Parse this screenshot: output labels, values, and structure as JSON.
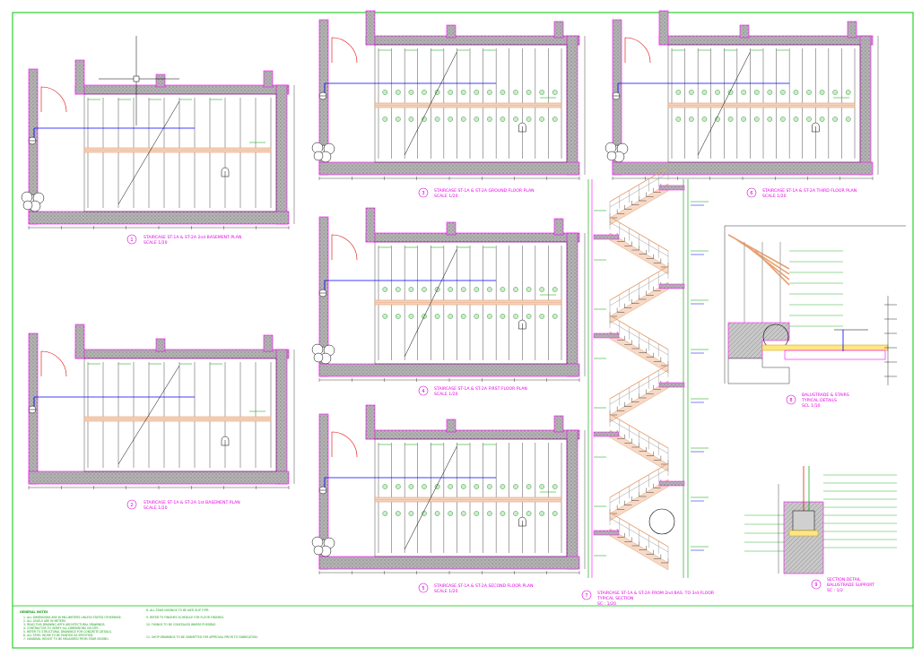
{
  "drawing": {
    "border_color": "#00c800",
    "colors": {
      "wall_outline": "#ff00ff",
      "concrete": "#8a8a8a",
      "handrail": "#e8a070",
      "dimension": "#0000ff",
      "annotation": "#00c000",
      "caption": "#e600e6",
      "linework": "#000000"
    }
  },
  "views": [
    {
      "id": "basement2",
      "number": "1",
      "title": "STAIRCASE ST-1A & ST-2A 2nd BASEMENT PLAN",
      "scale": "SCALE 1/20"
    },
    {
      "id": "basement1",
      "number": "2",
      "title": "STAIRCASE ST-1A & ST-2A 1st BASEMENT PLAN",
      "scale": "SCALE 1/20"
    },
    {
      "id": "ground",
      "number": "3",
      "title": "STAIRCASE ST-1A & ST-2A GROUND FLOOR PLAN",
      "scale": "SCALE 1/20"
    },
    {
      "id": "first",
      "number": "4",
      "title": "STAIRCASE ST-1A & ST-2A FIRST FLOOR PLAN",
      "scale": "SCALE 1/20"
    },
    {
      "id": "second",
      "number": "5",
      "title": "STAIRCASE ST-1A & ST-2A SECOND FLOOR PLAN",
      "scale": "SCALE 1/20"
    },
    {
      "id": "third",
      "number": "6",
      "title": "STAIRCASE ST-1A & ST-2A THIRD FLOOR PLAN",
      "scale": "SCALE 1/20"
    },
    {
      "id": "section",
      "number": "7",
      "title": "STAIRCASE ST-1A & ST-2A FROM 2nd BAS. TO 3rd FLOOR",
      "subtitle": "TYPICAL SECTION",
      "scale": "SC : 1/20"
    },
    {
      "id": "railing",
      "number": "8",
      "title": "BALUSTRADE & STAIRS",
      "subtitle": "TYPICAL DETAILS",
      "scale": "SCL 1/10"
    },
    {
      "id": "section_detail",
      "number": "9",
      "title": "SECTION DETAIL",
      "subtitle": "BALUSTRADE SUPPORT",
      "scale": "SC : 1/2"
    }
  ],
  "notes": {
    "heading": "GENERAL NOTES",
    "left": [
      "1- ALL DIMENSIONS ARE IN MILLIMETERS UNLESS STATED OTHERWISE.",
      "2- ALL LEVELS ARE IN METERS.",
      "3- READ THIS DRAWING WITH ARCHITECTURAL DRAWINGS.",
      "4- CONTRACTOR TO VERIFY ALL DIMENSIONS ON SITE.",
      "5- REFER TO STRUCTURAL DRAWINGS FOR CONCRETE DETAILS.",
      "6- ALL STEEL WORK TO BE PAINTED AS SPECIFIED.",
      "7- HANDRAIL HEIGHT TO BE MEASURED FROM STAIR NOSING."
    ],
    "right": [
      "8- ALL STAIR NOSINGS TO BE ANTI-SLIP TYPE.",
      "9- REFER TO FINISHES SCHEDULE FOR FLOOR FINISHES.",
      "10- FIXINGS TO BE CONCEALED WHERE POSSIBLE.",
      "11- SHOP DRAWINGS TO BE SUBMITTED FOR APPROVAL PRIOR TO FABRICATION."
    ]
  }
}
